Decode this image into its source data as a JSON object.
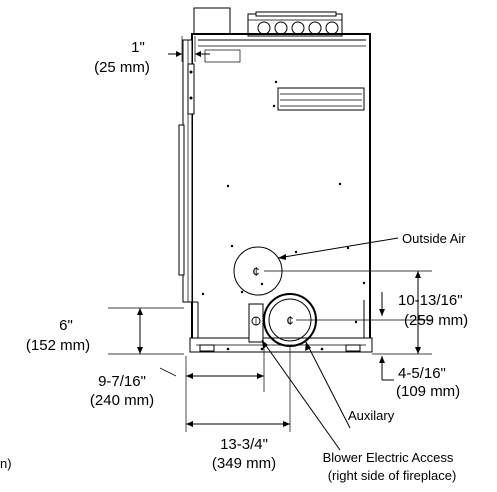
{
  "dimensions": {
    "top_offset": {
      "imperial": "1\"",
      "metric": "(25 mm)"
    },
    "left_height": {
      "imperial": "6\"",
      "metric": "(152 mm)"
    },
    "outside_air_from_base": {
      "imperial": "10-13/16\"",
      "metric": "(259 mm)"
    },
    "auxiliary_from_base": {
      "imperial": "4-5/16\"",
      "metric": "(109 mm)"
    },
    "blower_access_from_edge": {
      "imperial": "9-7/16\"",
      "metric": "(240 mm)"
    },
    "auxiliary_from_edge": {
      "imperial": "13-3/4\"",
      "metric": "(349 mm)"
    }
  },
  "callouts": {
    "outside_air": "Outside Air",
    "auxiliary": "Auxilary",
    "blower_line1": "Blower Electric Access",
    "blower_line2": "(right side of fireplace)"
  },
  "fragments": {
    "left_edge_cut": "n)"
  },
  "symbols": {
    "centerline": "¢"
  }
}
